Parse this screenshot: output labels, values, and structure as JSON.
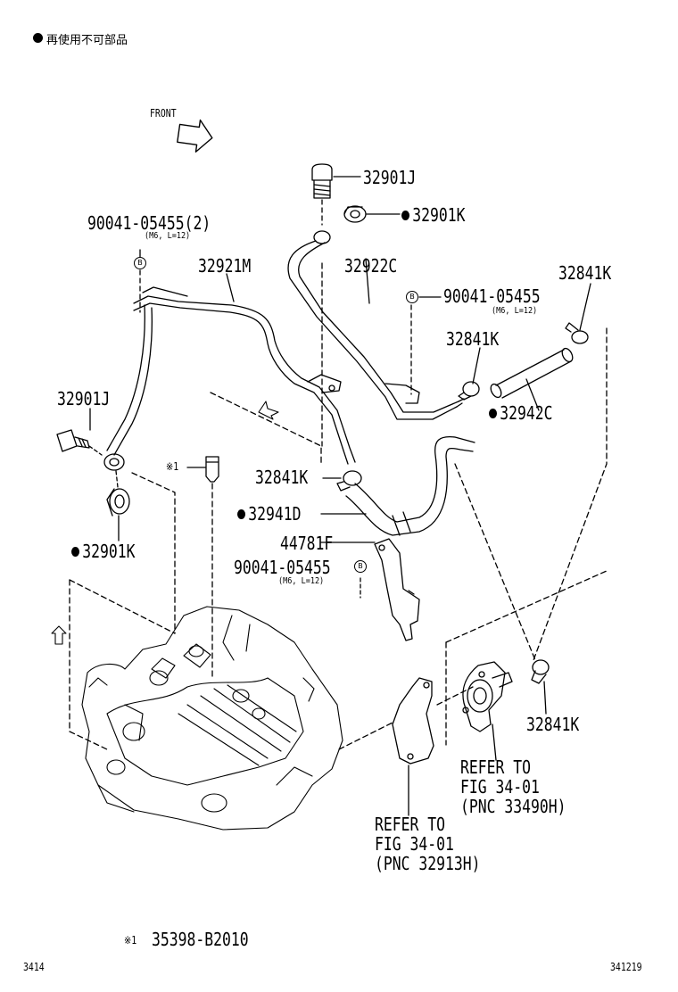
{
  "legend": {
    "bullet_text": "再使用不可部品"
  },
  "front": {
    "label": "FRONT"
  },
  "parts": {
    "p32901J_top": "32901J",
    "p32901K_top": "32901K",
    "p90041_2": "90041-05455(2)",
    "p90041_2_spec": "(M6, L=12)",
    "p32921M": "32921M",
    "p32922C": "32922C",
    "p90041_right": "90041-05455",
    "p90041_right_spec": "(M6, L=12)",
    "p32841K_top": "32841K",
    "p32841K_mid": "32841K",
    "p32942C": "32942C",
    "p32901J_left": "32901J",
    "note1_mark": "※1",
    "p32841K_center": "32841K",
    "p32941D": "32941D",
    "p32901K_left": "32901K",
    "p44781F": "44781F",
    "p90041_center": "90041-05455",
    "p90041_center_spec": "(M6, L=12)",
    "p32841K_right": "32841K"
  },
  "refer1": {
    "l1": "REFER TO",
    "l2": "FIG 34-01",
    "l3": "(PNC 33490H)"
  },
  "refer2": {
    "l1": "REFER TO",
    "l2": "FIG 34-01",
    "l3": "(PNC 32913H)"
  },
  "footnote": {
    "mark": "※1",
    "part": "35398-B2010"
  },
  "page_left": "3414",
  "page_right": "341219",
  "bolt_mark": "B"
}
